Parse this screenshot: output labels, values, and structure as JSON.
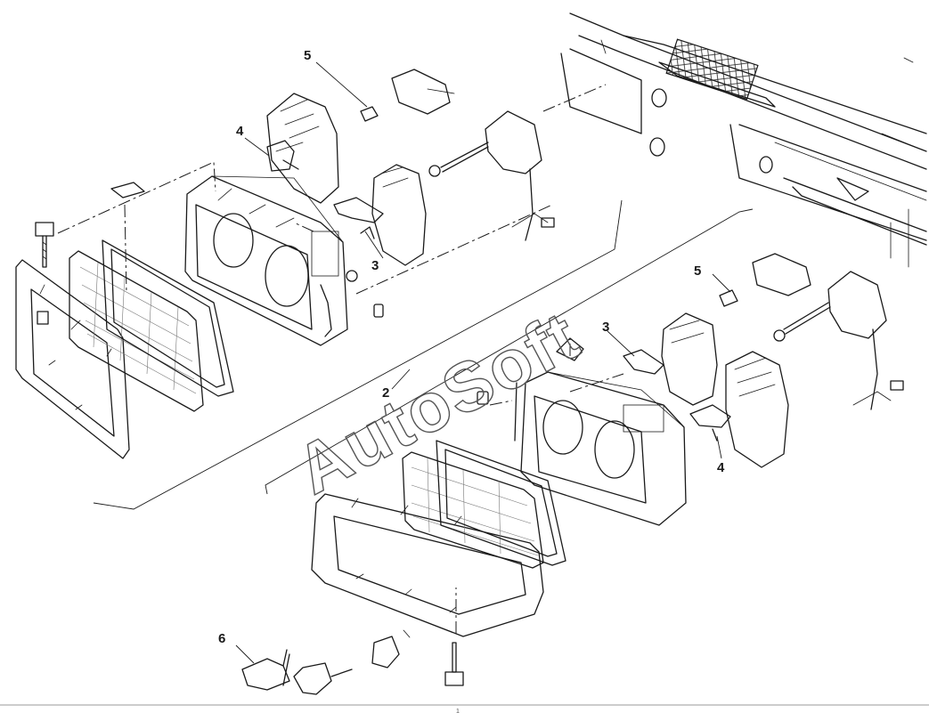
{
  "watermark": "AutoSoft",
  "callouts": {
    "c2": "2",
    "c3a": "3",
    "c3b": "3",
    "c4a": "4",
    "c4b": "4",
    "c5a": "5",
    "c5b": "5",
    "c6": "6"
  },
  "footer_mark": "1"
}
